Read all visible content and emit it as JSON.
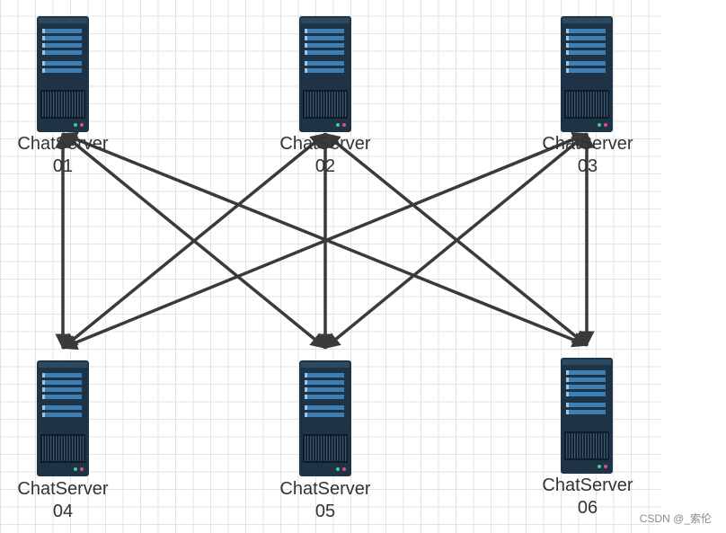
{
  "diagram": {
    "servers": [
      {
        "id": "s01",
        "name": "ChatServer",
        "number": "01"
      },
      {
        "id": "s02",
        "name": "ChatServer",
        "number": "02"
      },
      {
        "id": "s03",
        "name": "ChatServer",
        "number": "03"
      },
      {
        "id": "s04",
        "name": "ChatServer",
        "number": "04"
      },
      {
        "id": "s05",
        "name": "ChatServer",
        "number": "05"
      },
      {
        "id": "s06",
        "name": "ChatServer",
        "number": "06"
      }
    ],
    "connections": [
      {
        "from": "s01",
        "to": "s04"
      },
      {
        "from": "s01",
        "to": "s05"
      },
      {
        "from": "s01",
        "to": "s06"
      },
      {
        "from": "s02",
        "to": "s04"
      },
      {
        "from": "s02",
        "to": "s05"
      },
      {
        "from": "s02",
        "to": "s06"
      },
      {
        "from": "s03",
        "to": "s04"
      },
      {
        "from": "s03",
        "to": "s05"
      },
      {
        "from": "s03",
        "to": "s06"
      }
    ],
    "colors": {
      "arrow": "#3a3a3a",
      "server_body": "#1f3346",
      "server_bar": "#3d7fb5",
      "grid": "#e3e3e3"
    }
  },
  "watermark": "CSDN @_索伦"
}
